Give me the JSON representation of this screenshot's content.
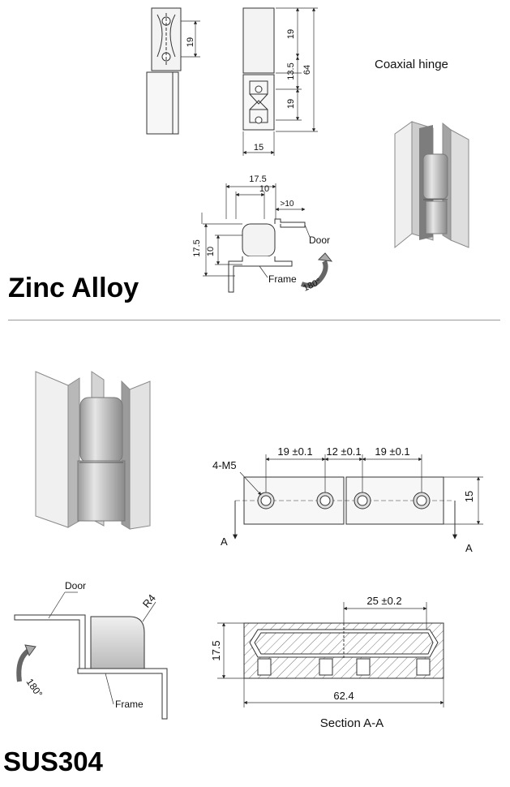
{
  "sections": {
    "zinc": {
      "title": "Zinc Alloy",
      "product_label": "Coaxial hinge",
      "dims": {
        "slot_pitch": "19",
        "top_pitch": "19",
        "mid_gap": "13.5",
        "bottom_pitch": "19",
        "overall_height": "64",
        "width": "15",
        "top_width": "17.5",
        "offset_10": "10",
        "gap_min": ">10",
        "side_height": "17.5",
        "side_inner": "10"
      },
      "door_label": "Door",
      "frame_label": "Frame",
      "rotation_label": "180°"
    },
    "sus": {
      "title": "SUS304",
      "thread_label": "4-M5",
      "dims": {
        "pitch_a": "19 ±0.1",
        "pitch_b": "12 ±0.1",
        "pitch_c": "19 ±0.1",
        "height": "15",
        "section_pitch": "25 ±0.2",
        "section_height": "17.5",
        "section_length": "62.4",
        "radius": "R4"
      },
      "section_marker_left": "A",
      "section_marker_right": "A",
      "section_caption": "Section A-A",
      "door_label": "Door",
      "frame_label": "Frame",
      "rotation_label": "180°"
    }
  },
  "colors": {
    "line": "#333333",
    "metal_light": "#e8e8e8",
    "metal_mid": "#c4c4c4",
    "metal_dark": "#8f8f8f",
    "divider": "#9a9a9a"
  }
}
